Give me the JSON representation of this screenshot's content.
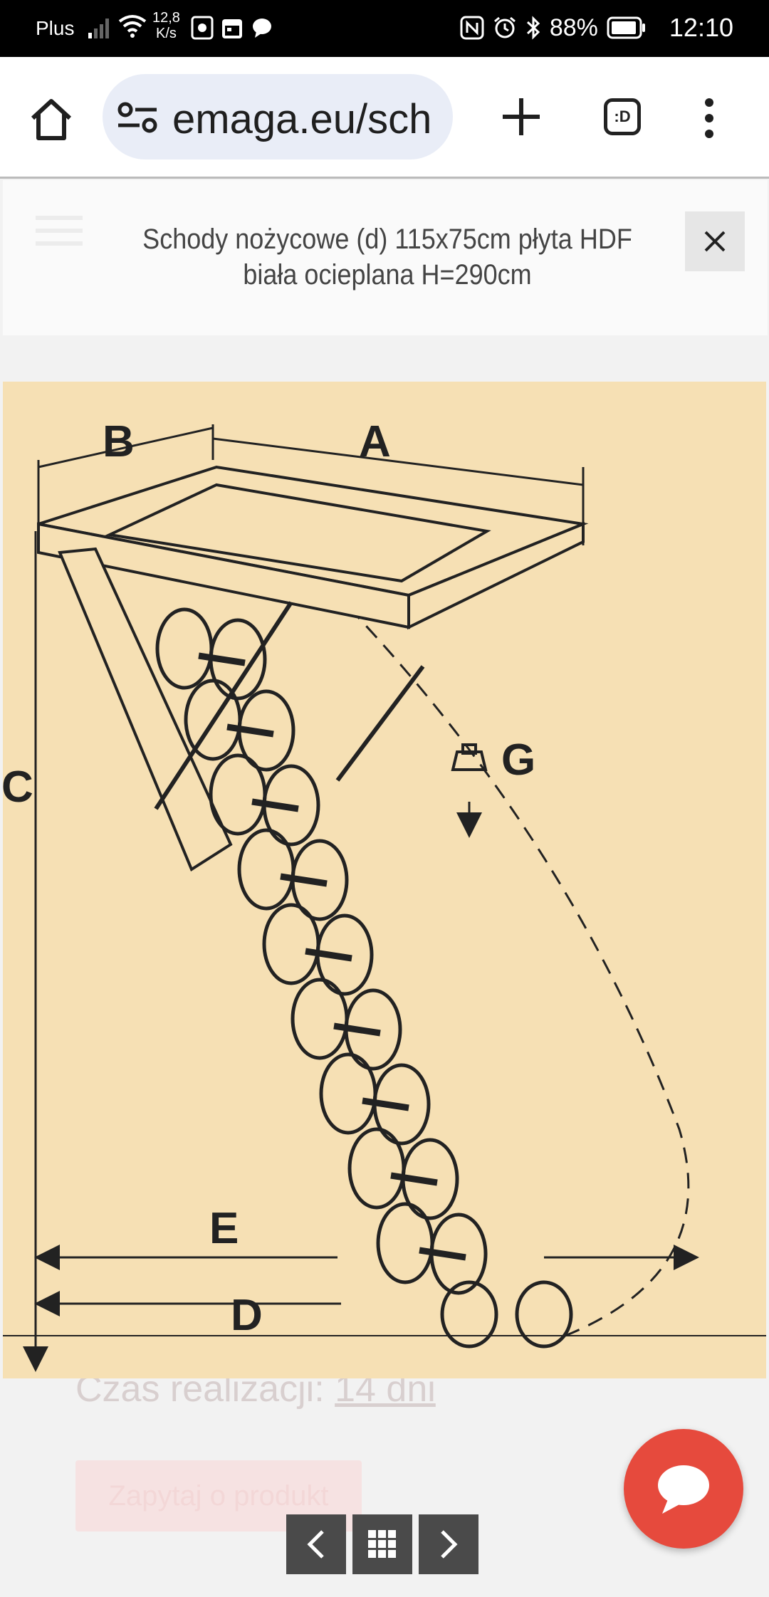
{
  "status_bar": {
    "carrier": "Plus",
    "speed_value": "12,8",
    "speed_unit": "K/s",
    "battery": "88%",
    "time": "12:10"
  },
  "browser": {
    "url": "emaga.eu/sch",
    "tabs_label": ":D"
  },
  "lightbox": {
    "title": "Schody nożycowe (d) 115x75cm płyta HDF biała ocieplana H=290cm"
  },
  "diagram": {
    "label_a": "A",
    "label_b": "B",
    "label_c": "C",
    "label_d": "D",
    "label_e": "E",
    "label_g": "G"
  },
  "page_behind": {
    "lead_time_label": "Czas realizacji:",
    "lead_time_value": "14 dni",
    "ask_button": "Zapytaj o produkt"
  },
  "colors": {
    "image_bg": "#f6e0b4",
    "chat_button": "#e64a3d",
    "nav_button": "#4a4a4a"
  }
}
